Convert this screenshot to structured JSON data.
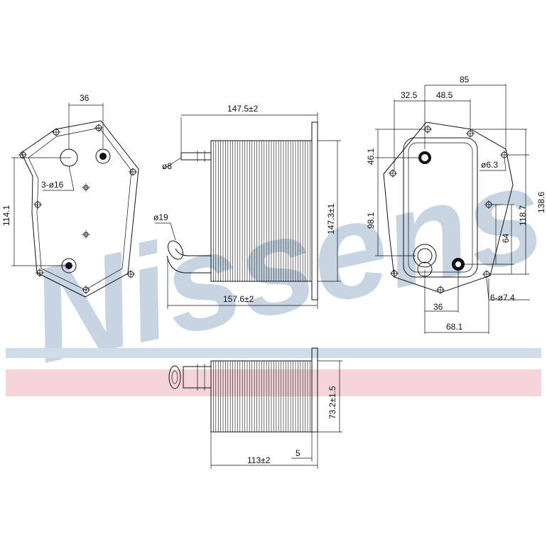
{
  "brand": {
    "watermark": "Nissens",
    "colors": {
      "watermark": "#c7d4e2",
      "band_blue": "#cfdceb",
      "band_red": "#f4d4da",
      "ink": "#111111"
    }
  },
  "views": {
    "left": {
      "dim_width": "36",
      "dim_height": "114.1",
      "holes_label": "3-ø16"
    },
    "front": {
      "dim_core_length": "147.5±2",
      "dim_total_length": "157.6±2",
      "dim_height": "147.3±1",
      "pipe_small": "ø8",
      "pipe_large": "ø19"
    },
    "right": {
      "dim_85": "85",
      "dim_32_5": "32.5",
      "dim_48_5": "48.5",
      "dim_46_1": "46.1",
      "hole_label": "ø6.3",
      "dim_98_1": "98.1",
      "dim_118_7": "118.7",
      "dim_138_6": "138.6",
      "dim_64": "64",
      "dim_36": "36",
      "holes_label": "6-ø7.4",
      "dim_68_1": "68.1"
    },
    "bottom": {
      "dim_height": "73.2±1.5",
      "dim_length": "113±2",
      "dim_5": "5"
    }
  }
}
